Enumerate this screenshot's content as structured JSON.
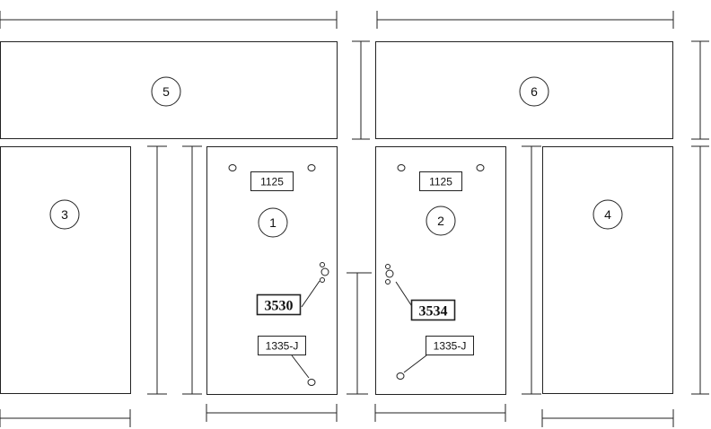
{
  "panels": [
    {
      "id": "p5",
      "number": "5"
    },
    {
      "id": "p6",
      "number": "6"
    },
    {
      "id": "p3",
      "number": "3"
    },
    {
      "id": "p1",
      "number": "1",
      "top_label": "1125",
      "mid_label": "3530",
      "bottom_label": "1335-J"
    },
    {
      "id": "p2",
      "number": "2",
      "top_label": "1125",
      "mid_label": "3534",
      "bottom_label": "1335-J"
    },
    {
      "id": "p4",
      "number": "4"
    }
  ]
}
